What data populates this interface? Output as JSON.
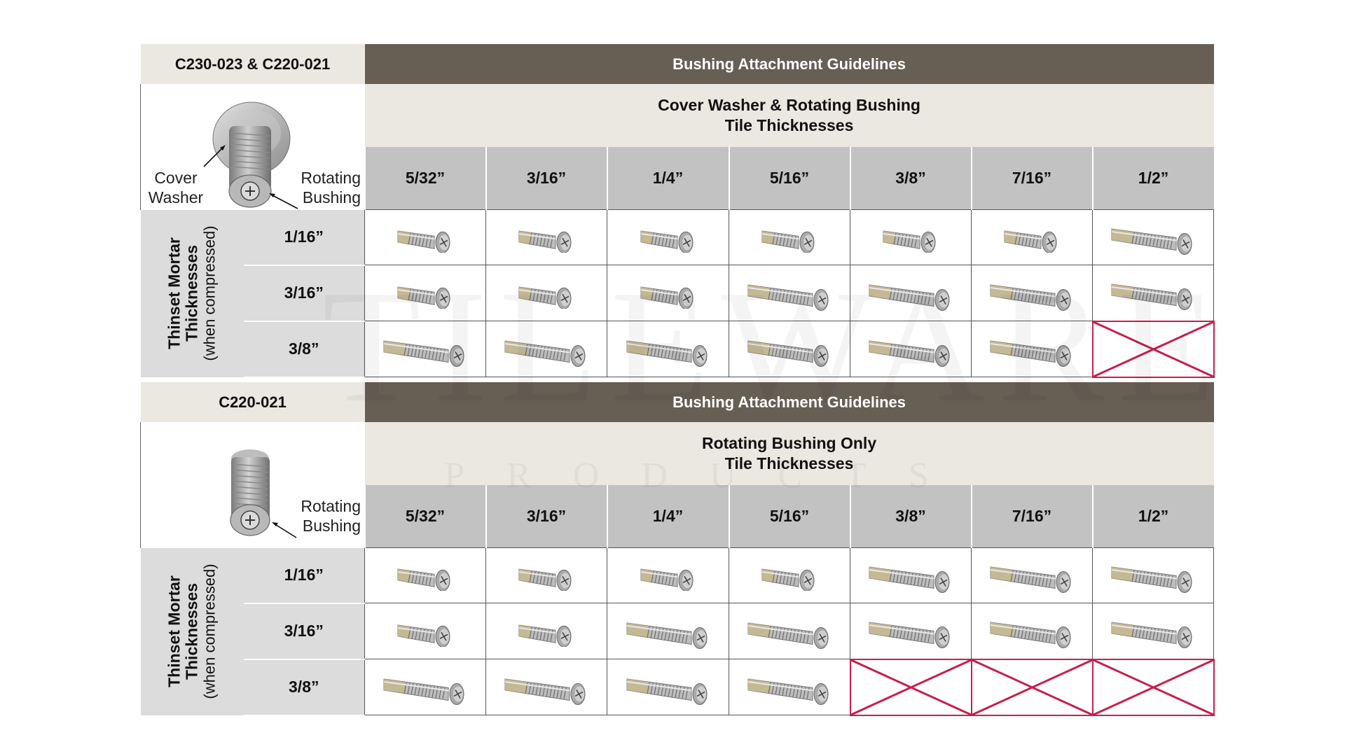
{
  "watermark": {
    "line1": "TILEWARE",
    "line2": "PRODUCTS"
  },
  "tables": [
    {
      "model": "C230-023 & C220-021",
      "banner": "Bushing Attachment Guidelines",
      "subtitle_line1": "Cover Washer & Rotating Bushing",
      "subtitle_line2": "Tile Thicknesses",
      "illustration": {
        "label_left_1": "Cover",
        "label_left_2": "Washer",
        "label_right_1": "Rotating",
        "label_right_2": "Bushing"
      },
      "side_title_1": "Thinset Mortar",
      "side_title_2": "Thicknesses",
      "side_note": "(when compressed)",
      "columns": [
        "5/32”",
        "3/16”",
        "1/4”",
        "5/16”",
        "3/8”",
        "7/16”",
        "1/2”"
      ],
      "rows": [
        {
          "label": "1/16”",
          "cells": [
            "short",
            "short",
            "short",
            "short",
            "short",
            "short",
            "long"
          ]
        },
        {
          "label": "3/16”",
          "cells": [
            "short",
            "short",
            "short",
            "long",
            "long",
            "long",
            "long"
          ]
        },
        {
          "label": "3/8”",
          "cells": [
            "long",
            "long",
            "long",
            "long",
            "long",
            "long",
            "none"
          ]
        }
      ]
    },
    {
      "model": "C220-021",
      "banner": "Bushing Attachment Guidelines",
      "subtitle_line1": "Rotating Bushing Only",
      "subtitle_line2": "Tile Thicknesses",
      "illustration": {
        "label_right_1": "Rotating",
        "label_right_2": "Bushing"
      },
      "side_title_1": "Thinset Mortar",
      "side_title_2": "Thicknesses",
      "side_note": "(when compressed)",
      "columns": [
        "5/32”",
        "3/16”",
        "1/4”",
        "5/16”",
        "3/8”",
        "7/16”",
        "1/2”"
      ],
      "rows": [
        {
          "label": "1/16”",
          "cells": [
            "short",
            "short",
            "short",
            "short",
            "long",
            "long",
            "long"
          ]
        },
        {
          "label": "3/16”",
          "cells": [
            "short",
            "short",
            "long",
            "long",
            "long",
            "long",
            "long"
          ]
        },
        {
          "label": "3/8”",
          "cells": [
            "long",
            "long",
            "long",
            "long",
            "none",
            "none",
            "none"
          ]
        }
      ]
    }
  ],
  "colors": {
    "banner": "#675e54",
    "header_light": "#ebe7e1",
    "column_head": "#c2c2c2",
    "row_head": "#dcdcdc",
    "not_allowed": "#c81e4b"
  },
  "icons": {
    "screw": "countersunk-screw-icon",
    "not_allowed": "cross-out-icon"
  }
}
